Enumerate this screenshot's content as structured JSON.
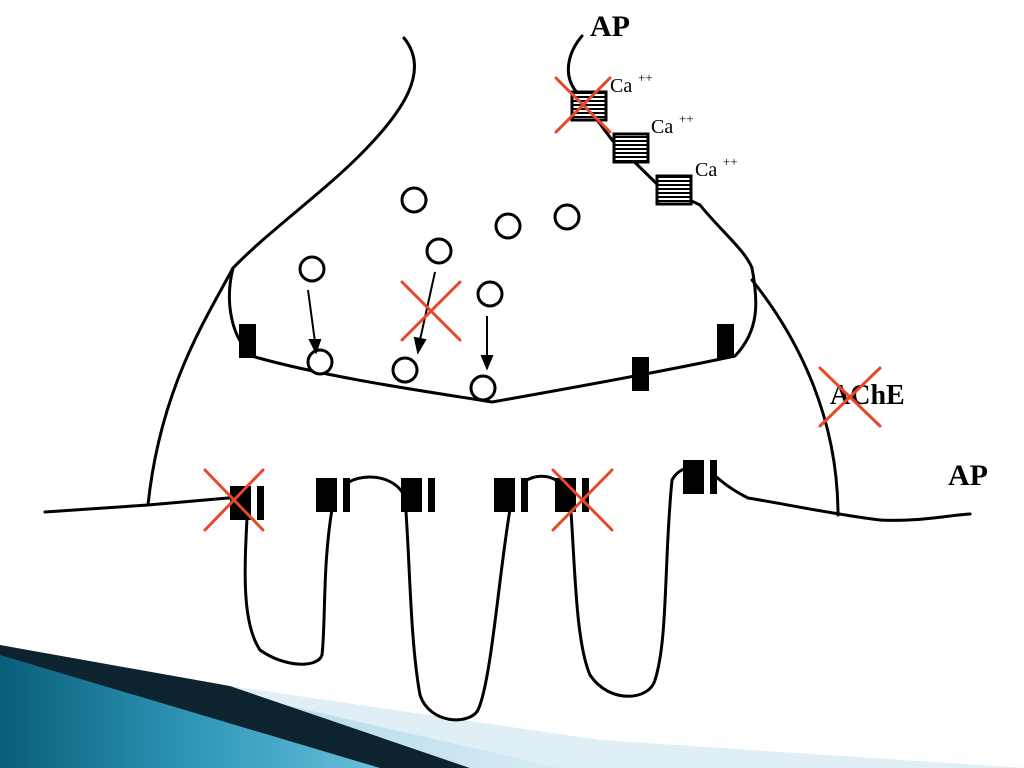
{
  "labels": {
    "ap_top": "AP",
    "ap_right": "AP",
    "ca_1": "Ca",
    "ca_2": "Ca",
    "ca_3": "Ca",
    "ca_superscript": "++",
    "ache": "AChE"
  },
  "colors": {
    "line": "#000000",
    "cross": "#e8472a",
    "ribbon_dark": "#0a5f7a",
    "ribbon_mid": "#2f97b8",
    "ribbon_light": "#8fd0e6"
  },
  "icons": {
    "cross": "x-mark-icon",
    "calcium_channel": "striped-square-icon",
    "receptor": "split-block-icon"
  }
}
